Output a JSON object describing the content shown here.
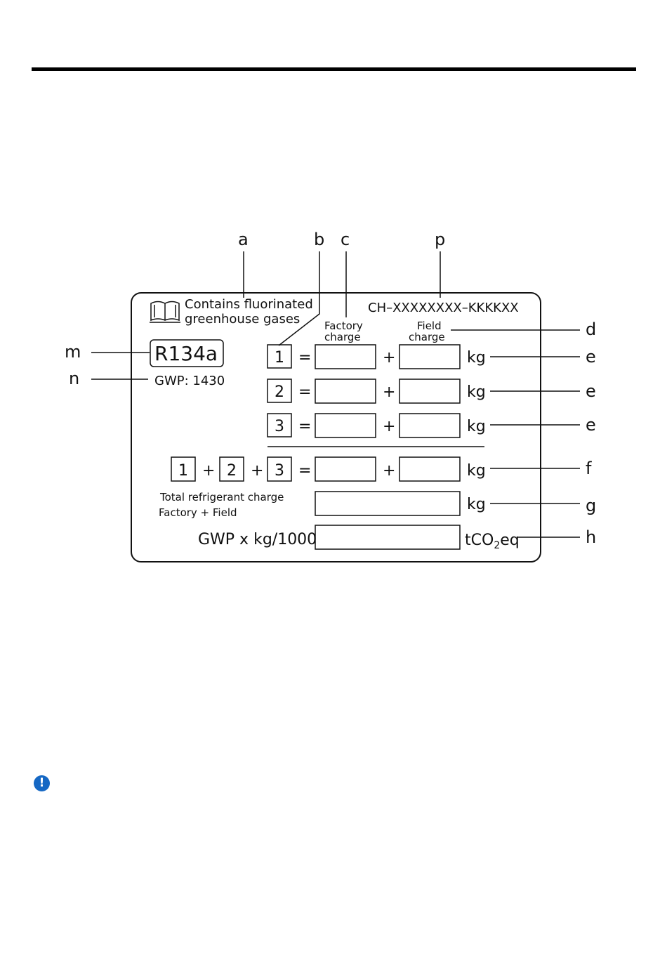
{
  "callouts": {
    "a": "a",
    "b": "b",
    "c": "c",
    "p": "p",
    "d": "d",
    "e1": "e",
    "e2": "e",
    "e3": "e",
    "f": "f",
    "g": "g",
    "h": "h",
    "m": "m",
    "n": "n"
  },
  "label": {
    "contains_line1": "Contains fluorinated",
    "contains_line2": "greenhouse gases",
    "serial": "CH–XXXXXXXX–KKKKXX",
    "factory_line1": "Factory",
    "factory_line2": "charge",
    "field_line1": "Field",
    "field_line2": "charge",
    "refrigerant": "R134a",
    "gwp": "GWP: 1430",
    "row1_num": "1",
    "row2_num": "2",
    "row3_num": "3",
    "equals": "=",
    "plus": "+",
    "unit_kg": "kg",
    "sum_num1": "1",
    "sum_num2": "2",
    "sum_num3": "3",
    "total_line1": "Total refrigerant charge",
    "total_line2": "Factory + Field",
    "gwp_formula": "GWP x kg/1000",
    "unit_co2_t": "tCO",
    "unit_co2_sub": "2",
    "unit_co2_eq": "eq"
  },
  "notice_icon": {
    "name": "exclamation-icon",
    "glyph": "!",
    "color": "#1668c4"
  }
}
